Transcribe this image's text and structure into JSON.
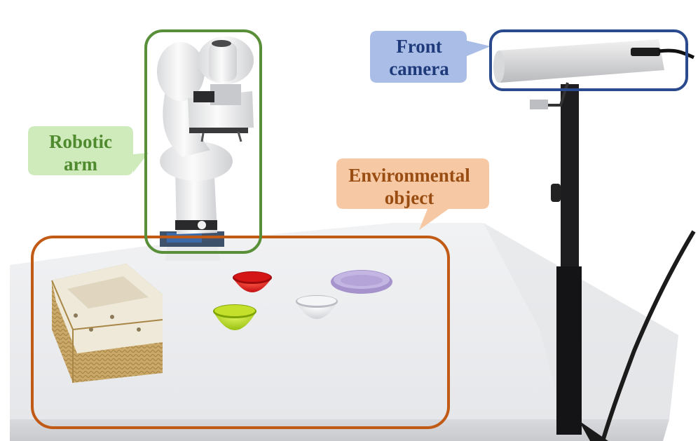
{
  "callouts": {
    "robotic_arm": {
      "line1": "Robotic",
      "line2": "arm",
      "color": "#5a8f3a",
      "fill": "#cfeabb"
    },
    "environmental_object": {
      "line1": "Environmental",
      "line2": "object",
      "color": "#c15a14",
      "fill": "#f6c9a4"
    },
    "front_camera": {
      "line1": "Front",
      "line2": "camera",
      "color": "#2b4a8e",
      "fill": "#a9bde6"
    }
  },
  "scene_objects": {
    "basket": {
      "color": "#c6a56c"
    },
    "red_bowl": {
      "color": "#e01818"
    },
    "green_bowl": {
      "color": "#b8dc1c"
    },
    "white_bowl": {
      "color": "#e6e7ea"
    },
    "purple_plate": {
      "color": "#b7a6d8"
    }
  }
}
